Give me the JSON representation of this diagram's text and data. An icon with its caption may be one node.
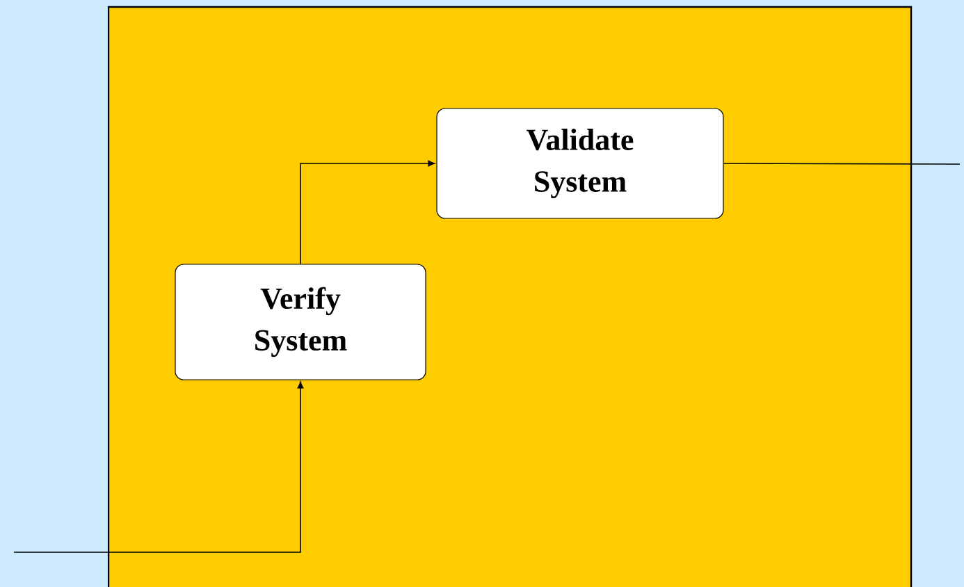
{
  "diagram": {
    "nodes": [
      {
        "text": [],
        "shape": "box"
      },
      {
        "text": [
          "Verify System"
        ],
        "in": 0
      },
      {
        "text": [
          "Validate System"
        ],
        "in": 0
      }
    ],
    "edges": [
      {
        "from": null,
        "to": 1,
        "arrow": "to"
      },
      {
        "from": 1,
        "to": 2,
        "arrow": "to"
      },
      {
        "from": 2,
        "to": null,
        "arrow": "none"
      }
    ]
  }
}
